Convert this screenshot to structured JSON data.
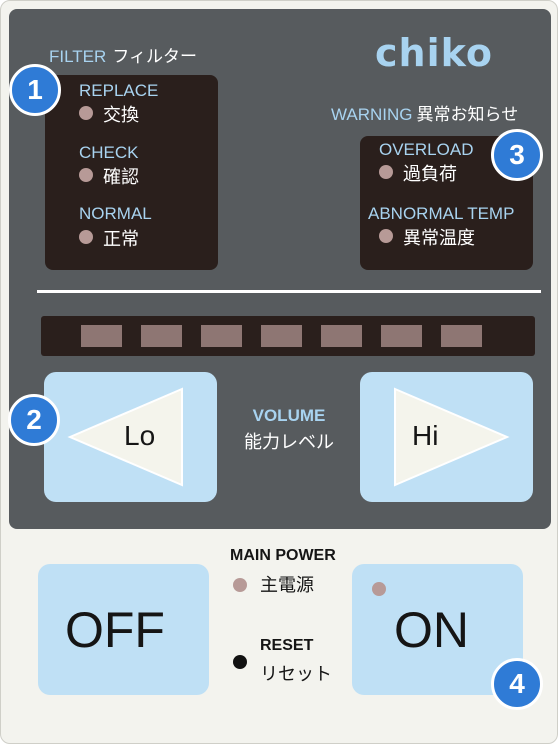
{
  "brand": {
    "logo_text": "chiko"
  },
  "filter": {
    "title_en": "FILTER",
    "title_jp": "フィルター",
    "items": [
      {
        "en": "REPLACE",
        "jp": "交換"
      },
      {
        "en": "CHECK",
        "jp": "確認"
      },
      {
        "en": "NORMAL",
        "jp": "正常"
      }
    ]
  },
  "warning": {
    "title_en": "WARNING",
    "title_jp": "異常お知らせ",
    "items": [
      {
        "en": "OVERLOAD",
        "jp": "過負荷"
      },
      {
        "en": "ABNORMAL TEMP",
        "jp": "異常温度"
      }
    ]
  },
  "volume": {
    "label_en": "VOLUME",
    "label_jp": "能力レベル",
    "lo_label": "Lo",
    "hi_label": "Hi",
    "level_segments": 7
  },
  "power": {
    "main_power_en": "MAIN POWER",
    "main_power_jp": "主電源",
    "reset_en": "RESET",
    "reset_jp": "リセット",
    "off_label": "OFF",
    "on_label": "ON"
  },
  "badges": [
    "1",
    "2",
    "3",
    "4"
  ],
  "colors": {
    "panel_upper": "#575b5e",
    "indicator_box": "#2a1f1c",
    "button": "#bfe0f5",
    "label_blue": "#a8d3f0",
    "led_off": "#b79a97",
    "badge": "#2f7bd6"
  }
}
